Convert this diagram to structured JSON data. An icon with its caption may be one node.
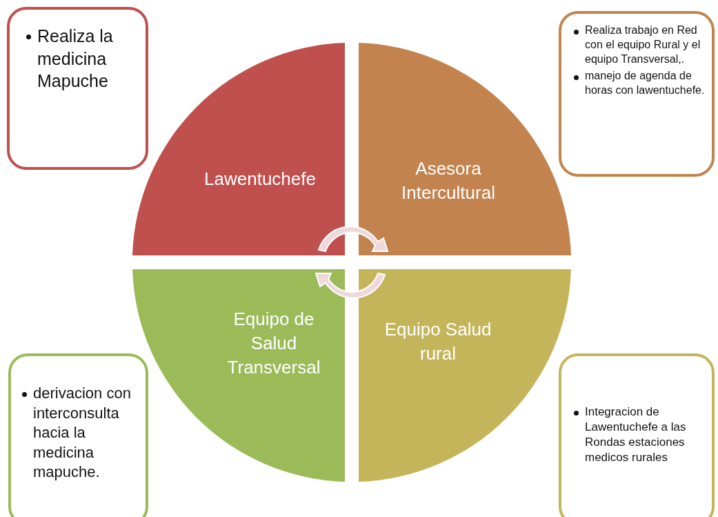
{
  "diagram": {
    "nodes": [
      {
        "text": [
          "Realiza la medicina Mapuche"
        ]
      },
      {
        "text": [
          "Realiza trabajo en Red con el equipo Rural y el equipo Transversal,.",
          "manejo de agenda de horas con lawentuchefe."
        ]
      },
      {
        "text": [
          "Lawentuchefe"
        ]
      },
      {
        "text": [
          "Asesora Intercultural"
        ]
      },
      {
        "text": [
          "Equipo de Salud Transversal"
        ]
      },
      {
        "text": [
          "Equipo Salud rural"
        ]
      },
      {
        "text": [
          "derivacion con interconsulta hacia la medicina mapuche."
        ]
      },
      {
        "text": [
          "Integracion de Lawentuchefe a las Rondas estaciones medicos rurales"
        ]
      }
    ],
    "edges": []
  }
}
